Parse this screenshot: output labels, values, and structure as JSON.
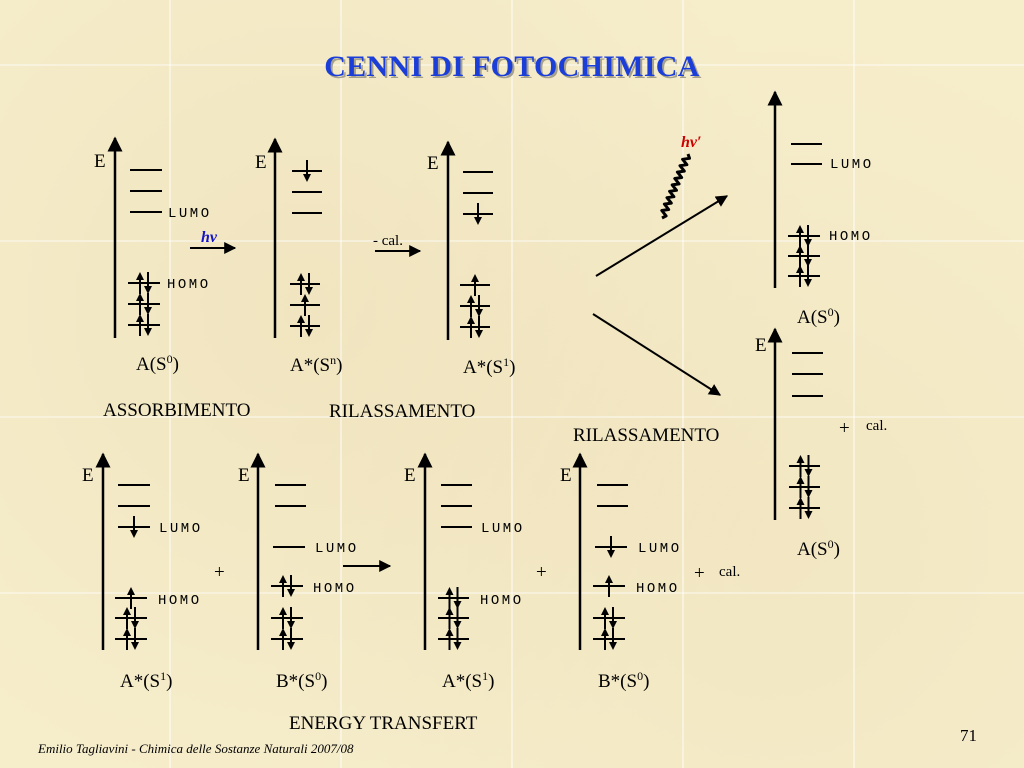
{
  "slide": {
    "title": "CENNI DI FOTOCHIMICA",
    "footer": "Emilio Tagliavini - Chimica delle Sostanze Naturali 2007/08",
    "page_number": "71"
  },
  "labels": {
    "energy_axis": "E",
    "lumo": "LUMO",
    "homo": "HOMO",
    "photon_absorbed": "hν",
    "photon_emitted": "hν′",
    "heat_loss": "- cal.",
    "plus": "+",
    "heat": "cal."
  },
  "states": {
    "a_ground": {
      "base": "A(S",
      "sup": "0",
      "close": ")"
    },
    "a_sn": {
      "base": "A*(S",
      "sup": "n",
      "close": ")"
    },
    "a_s1": {
      "base": "A*(S",
      "sup": "1",
      "close": ")"
    },
    "b_s0": {
      "base": "B*(S",
      "sup": "0",
      "close": ")"
    }
  },
  "captions": {
    "absorption": "ASSORBIMENTO",
    "relaxation": "RILASSAMENTO",
    "energy_transfer": "ENERGY TRANSFERT"
  },
  "colors": {
    "title": "#1c3ed8",
    "photon_absorbed": "#1515c8",
    "photon_emitted": "#cc0000",
    "background": "#f6edcb"
  }
}
